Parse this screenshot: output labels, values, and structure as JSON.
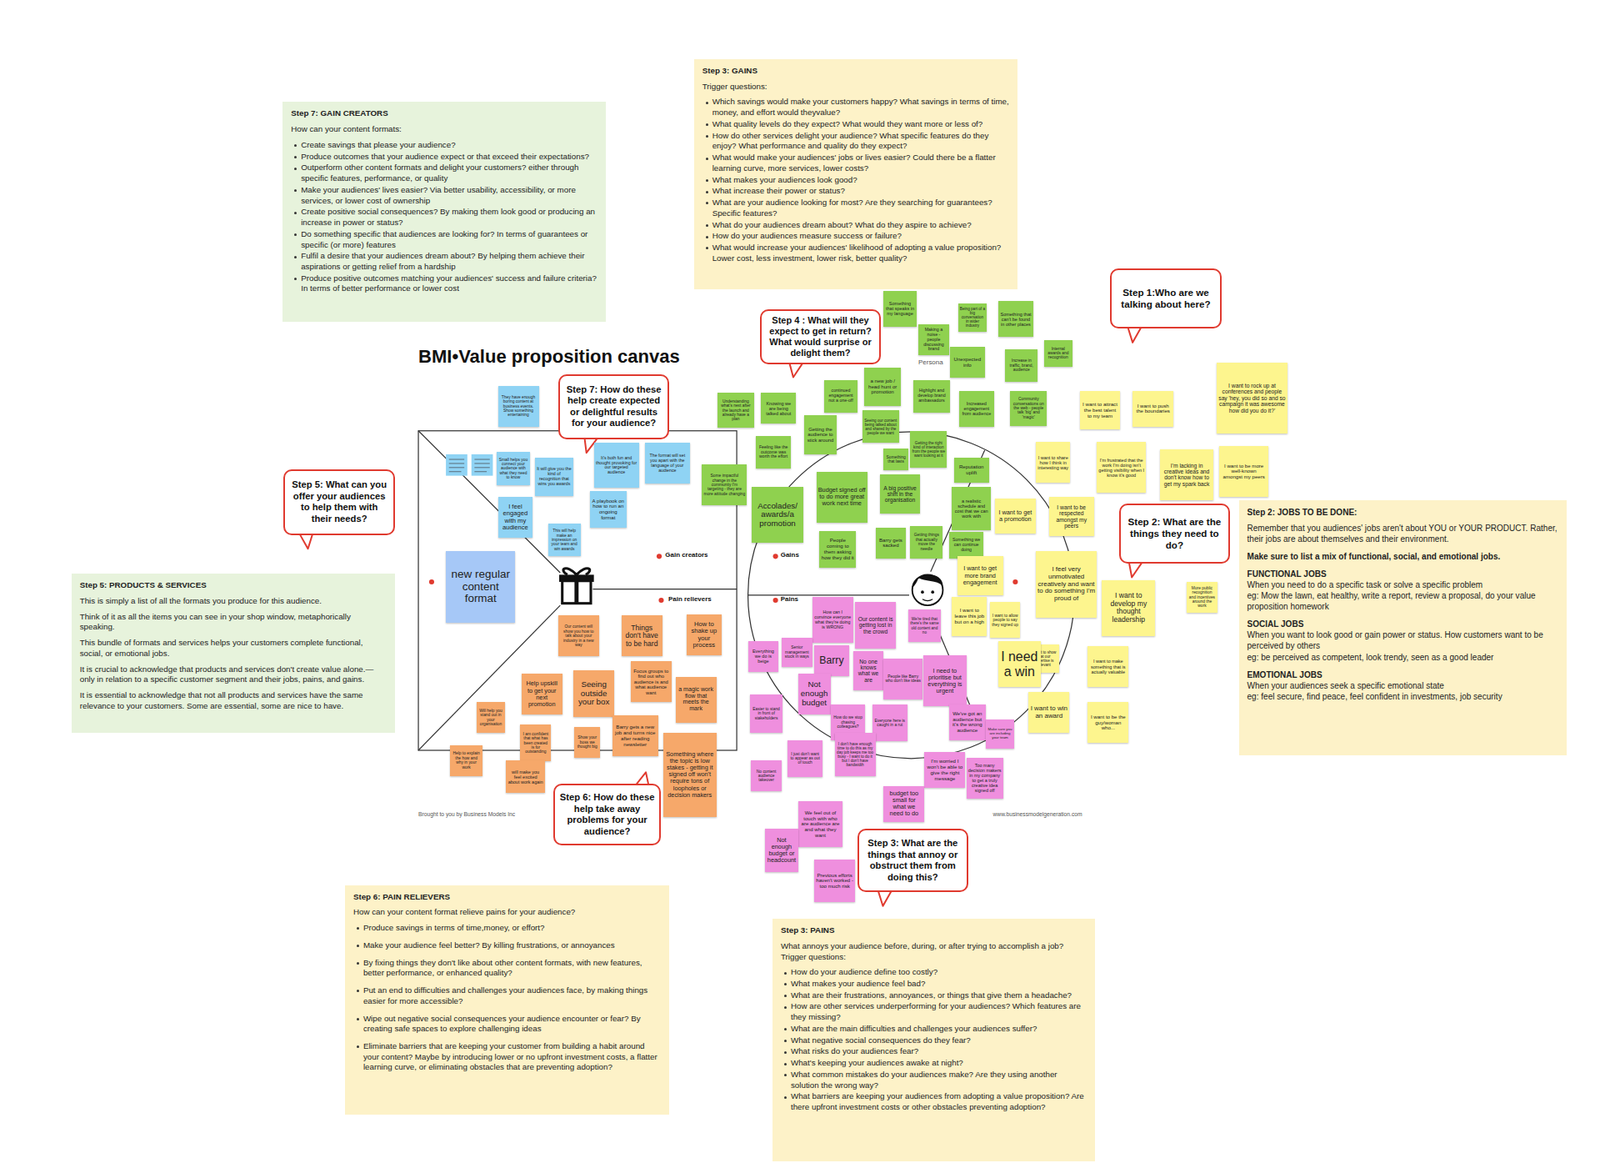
{
  "diagram": {
    "title": "BMI•Value proposition canvas",
    "nodes": [
      {
        "text": [
          "Step 7: GAIN CREATORS",
          "How can your content formats:",
          "Create savings that please your audience?",
          "Produce outcomes that your audience expect or that exceed their expectations?",
          "Outperform other content formats and delight your customers? either through specific features, performance, or quality",
          "Make your audiences' lives easier? Via better usability, accessibility, or more services, or lower cost of ownership",
          "Create positive social consequences? By making them look good or producing an increase in power or status?",
          "Do something specific that audiences are looking for? In terms of guarantees or specific (or more) features",
          "Fulfil a desire that your audiences dream about? By helping them achieve their aspirations or getting relief from a hardship",
          "Produce positive outcomes matching your audiences' success and failure criteria? In terms of better performance or lower cost"
        ]
      },
      {
        "text": [
          "Step 3: GAINS",
          "Trigger questions:",
          "Which savings would make your customers happy? What savings in terms of time, money, and effort would theyvalue?",
          "What quality levels do they expect? What would they want more or less of?",
          "How do other services delight your audience? What specific features do they enjoy? What performance and quality do they expect?",
          "What would make your audiences' jobs or lives easier? Could there be a flatter learning curve, more services, lower costs?",
          "What makes your audiences look good?",
          "What increase their power or status?",
          "What are your audience looking for most? Are they searching for guarantees? Specific features?",
          "What do your audiences dream about? What do they aspire to achieve?",
          "How do your audiences measure success or failure?",
          "What would increase your audiences' likelihood of adopting a value proposition? Lower cost, less investment, lower risk, better quality?"
        ]
      },
      {
        "text": [
          "Step 1:Who are we talking about here?"
        ]
      },
      {
        "text": [
          "Step 4 : What will they expect to get in return? What would surprise or delight them?"
        ]
      },
      {
        "text": [
          "Step 7: How do these help create expected or delightful results for your audience?"
        ]
      },
      {
        "text": [
          "Step 5: What can you offer your audiences to help them with their needs?"
        ]
      },
      {
        "text": [
          "Step 5: PRODUCTS & SERVICES",
          "This is simply a list of all the formats you produce for this audience.",
          "Think of it as all the items you can see in your shop window, metaphorically speaking.",
          "This bundle of formats and services helps your customers complete functional, social, or emotional jobs.",
          "It is crucial to acknowledge that products and services don't create value alone.—only in relation to a specific customer segment and their jobs, pains, and gains.",
          "It is essential to acknowledge that not all products and services have the same relevance to your customers. Some are essential, some are nice to have."
        ]
      },
      {
        "text": [
          "Step 2: What are the things they need to do?"
        ]
      },
      {
        "text": [
          "Step 2: JOBS TO BE DONE:",
          "Remember that you audiences' jobs aren't about YOU or YOUR PRODUCT. Rather, their jobs are about themselves and their environment.",
          "Make sure to list a mix of functional, social, and emotional jobs.",
          "FUNCTIONAL JOBS",
          "When you  need to do a specific task or solve a specific problem",
          "eg: Mow the lawn, eat healthy, write a report, review a proposal, do your value proposition homework",
          "SOCIAL JOBS",
          "When you want to look good or gain power or status. How customers want to be perceived by others",
          "eg: be perceived as competent, look trendy, seen as a good leader",
          "EMOTIONAL JOBS",
          "When your audiences seek a specific emotional state",
          "eg: feel secure, find peace, feel confident in investments, job security"
        ]
      },
      {
        "text": [
          "Step 6: How do these help take away problems for your audience?"
        ]
      },
      {
        "text": [
          "Step 3: What are the things that annoy or obstruct them from doing this?"
        ]
      },
      {
        "text": [
          "Step 6: PAIN RELIEVERS",
          "How can your content format relieve pains for your audience?",
          "Produce savings in terms of time,money, or effort?",
          "Make your audience feel better? By killing frustrations, or annoyances",
          "By fixing things they don't like about other content formats,  with new features, better performance, or enhanced quality?",
          "Put an end to difficulties and challenges your audiences face, by making things easier for more accessible?",
          "Wipe out negative social consequences your audience encounter or fear? By creating safe spaces to explore challenging ideas",
          "Eliminate barriers that are keeping your customer from building a habit around your content? Maybe by introducing lower or no upfront investment costs, a flatter learning curve, or eliminating obstacles that are preventing adoption?"
        ]
      },
      {
        "text": [
          "Step 3: PAINS",
          "What annoys your audience before, during, or after trying to accomplish a job? Trigger questions:",
          "How do your audience define too costly?",
          "What makes your audience feel bad?",
          "What are their frustrations, annoyances, or things that give them a headache?",
          "How are other services underperforming for your audiences? Which features are they missing?",
          "What are the main difficulties and challenges your audiences suffer?",
          "What negative social consequences do they fear?",
          "What risks do your audiences fear?",
          "What's keeping your audiences awake at night?",
          "What common mistakes do your audiences make? Are they using another solution the wrong way?",
          "What barriers are keeping your audiences from adopting a value proposition? Are there upfront investment costs or other obstacles preventing adoption?"
        ]
      },
      {
        "text": [
          "They have enough boring content at business events. Show something entertaining"
        ]
      },
      {
        "text": [
          "Small helps you connect your audience with what they need to know"
        ]
      },
      {
        "text": [
          "It will give you the kind of recognition that wins you awards"
        ]
      },
      {
        "text": [
          "It's both fun and thought provoking for our targeted audience"
        ]
      },
      {
        "text": [
          "The format will set you apart with the language of your audience"
        ]
      },
      {
        "text": [
          "I feel engaged with my audience"
        ]
      },
      {
        "text": [
          "A playbook on how to run an ongoing format"
        ]
      },
      {
        "text": [
          "This will help make an impression on your team and win awards"
        ]
      },
      {
        "text": [
          "new regular content format"
        ]
      },
      {
        "text": [
          "Something that speaks in my language"
        ]
      },
      {
        "text": [
          "Making a noise - people discussing brand"
        ]
      },
      {
        "text": [
          "Being part of a big conversation in wider industry"
        ]
      },
      {
        "text": [
          "Something that can't be found in other places"
        ]
      },
      {
        "text": [
          "Internal awards and recognition"
        ]
      },
      {
        "text": [
          "Unexpected info"
        ]
      },
      {
        "text": [
          "Increase in traffic, brand, audience"
        ]
      },
      {
        "text": [
          "continued engagement not a one-off"
        ]
      },
      {
        "text": [
          "a new job / head hunt or promotion"
        ]
      },
      {
        "text": [
          "Highlight and develop brand ambassadors"
        ]
      },
      {
        "text": [
          "Increased engagement from audience"
        ]
      },
      {
        "text": [
          "Community conversations on the web - people talk 'big' and 'magic'"
        ]
      },
      {
        "text": [
          "Understanding what's next after the launch and already have a plan"
        ]
      },
      {
        "text": [
          "Knowing we are being talked about"
        ]
      },
      {
        "text": [
          "Getting the audience to stick around"
        ]
      },
      {
        "text": [
          "Seeing our content being talked about and shared by the people we want"
        ]
      },
      {
        "text": [
          "Getting the right kind of interaction from the people we want looking at it"
        ]
      },
      {
        "text": [
          "Something that lasts"
        ]
      },
      {
        "text": [
          "Feeling like the outcome was worth the effort"
        ]
      },
      {
        "text": [
          "Some impactful change in the community I'm targeting - they are more attitude changing"
        ]
      },
      {
        "text": [
          "Budget signed off to do more great work next time"
        ]
      },
      {
        "text": [
          "A big positive shift in the organisation"
        ]
      },
      {
        "text": [
          "Reputation uplift"
        ]
      },
      {
        "text": [
          "Accolades/ awards/a promotion"
        ]
      },
      {
        "text": [
          "Barry gets sacked"
        ]
      },
      {
        "text": [
          "Getting things that actually move the needle"
        ]
      },
      {
        "text": [
          "a realistic schedule and cost that we can work with"
        ]
      },
      {
        "text": [
          "Something we can continue doing"
        ]
      },
      {
        "text": [
          "People coming to them asking how they did it"
        ]
      },
      {
        "text": [
          "I want to attract the best talent to my team"
        ]
      },
      {
        "text": [
          "I want to push the boundaries"
        ]
      },
      {
        "text": [
          "I want to rock up at conferences and people say 'hey, you did so and so campaign it was awesome how did you do it?'"
        ]
      },
      {
        "text": [
          "I'm frustrated that the work I'm doing isn't getting visibility when I know it's good"
        ]
      },
      {
        "text": [
          "I'm lacking in creative ideas and don't know how to get my spark back"
        ]
      },
      {
        "text": [
          "I want to be more well-known amongst my peers"
        ]
      },
      {
        "text": [
          "I want to share how I think in interesting way"
        ]
      },
      {
        "text": [
          "I want to get a promotion"
        ]
      },
      {
        "text": [
          "I want to be respected amongst my peers"
        ]
      },
      {
        "text": [
          "I want to develop my thought leadership"
        ]
      },
      {
        "text": [
          "I feel very unmotivated creatively and want to do something I'm proud of"
        ]
      },
      {
        "text": [
          "I want to get more brand engagement"
        ]
      },
      {
        "text": [
          "I want to leave this job but on a high"
        ]
      },
      {
        "text": [
          "I want to allow people to say they signed up"
        ]
      },
      {
        "text": [
          "I want to show that our expertise is relevant"
        ]
      },
      {
        "text": [
          "More public recognition and incentives around the work"
        ]
      },
      {
        "text": [
          "I need a win"
        ]
      },
      {
        "text": [
          "I want to make something that is actually valuable"
        ]
      },
      {
        "text": [
          "I want to win an award"
        ]
      },
      {
        "text": [
          "I want to be the guy/woman who..."
        ]
      },
      {
        "text": [
          "How can I convince everyone what they're doing is WRONG"
        ]
      },
      {
        "text": [
          "Our content is getting lost in the crowd"
        ]
      },
      {
        "text": [
          "We're tired that there's the same old content and no"
        ]
      },
      {
        "text": [
          "Senior management stuck in ways"
        ]
      },
      {
        "text": [
          "Everything we do is beige"
        ]
      },
      {
        "text": [
          "Barry"
        ]
      },
      {
        "text": [
          "No one knows what we are"
        ]
      },
      {
        "text": [
          "People like Barry who don't like ideas"
        ]
      },
      {
        "text": [
          "Not enough budget"
        ]
      },
      {
        "text": [
          "I need to prioritise but everything is urgent"
        ]
      },
      {
        "text": [
          "Easier to stand in front of stakeholders"
        ]
      },
      {
        "text": [
          "How do we stop chasing colleagues?"
        ]
      },
      {
        "text": [
          "Everyone here is caught in a rut"
        ]
      },
      {
        "text": [
          "We've got an audience but it's the wrong audience"
        ]
      },
      {
        "text": [
          "Make sure you are including your team"
        ]
      },
      {
        "text": [
          "I just don't want to appear as out of touch"
        ]
      },
      {
        "text": [
          "I don't have enough time to do this as my day job keeps me too busy - I want to do it but I don't have bandwidth"
        ]
      },
      {
        "text": [
          "I'm worried I won't be able to give the right message"
        ]
      },
      {
        "text": [
          "Too many decision makers in my company to get a truly creative idea signed off"
        ]
      },
      {
        "text": [
          "No content audience takeover"
        ]
      },
      {
        "text": [
          "budget too small for what we need to do"
        ]
      },
      {
        "text": [
          "We feel out of touch with who are audience are and what they want"
        ]
      },
      {
        "text": [
          "Not enough budget or headcount"
        ]
      },
      {
        "text": [
          "Previous efforts haven't worked - too much risk"
        ]
      },
      {
        "text": [
          "Our content will show you how to talk about your industry in a new way"
        ]
      },
      {
        "text": [
          "Things don't have to be hard"
        ]
      },
      {
        "text": [
          "How to shake up your process"
        ]
      },
      {
        "text": [
          "Focus groups to find out who audience is and what audience want"
        ]
      },
      {
        "text": [
          "a magic work flow that meets the mark"
        ]
      },
      {
        "text": [
          "Help upskill to get your next promotion"
        ]
      },
      {
        "text": [
          "Seeing outside your box"
        ]
      },
      {
        "text": [
          "Will help you stand out in your organisation"
        ]
      },
      {
        "text": [
          "Barry gets a new job and turns nice after reading newsletter"
        ]
      },
      {
        "text": [
          "I am confident that what has been created is for outstanding"
        ]
      },
      {
        "text": [
          "Show your boss we thought big"
        ]
      },
      {
        "text": [
          "Something where the topic is low stakes - getting it signed off won't require tons of loopholes or decision makers"
        ]
      },
      {
        "text": [
          "Help to explain the how and why in your work"
        ]
      },
      {
        "text": [
          "will make you feel excited about work again"
        ]
      }
    ],
    "labels": [
      "Gain creators",
      "Pain relievers",
      "Gains",
      "Pains",
      "Persona",
      "Brought to you by Business Models Inc",
      "www.businessmodelgeneration.com"
    ]
  }
}
